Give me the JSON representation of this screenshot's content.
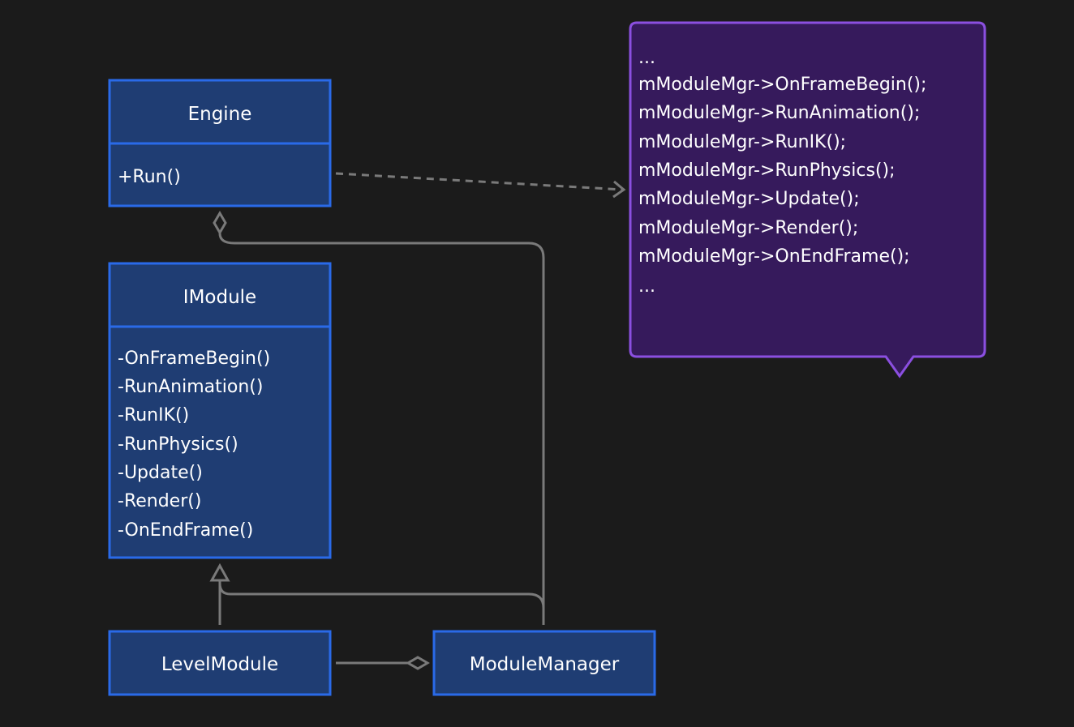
{
  "colors": {
    "background": "#1b1b1b",
    "class_fill": "#1f3d73",
    "class_border": "#2a6ae8",
    "note_fill": "#361a5c",
    "note_border": "#8b4fe0",
    "edge": "#7a7a7a",
    "text": "#ffffff"
  },
  "classes": {
    "engine": {
      "title": "Engine",
      "members": [
        "+Run()"
      ]
    },
    "imodule": {
      "title": "IModule",
      "members": [
        "-OnFrameBegin()",
        "-RunAnimation()",
        "-RunIK()",
        "-RunPhysics()",
        "-Update()",
        "-Render()",
        "-OnEndFrame()"
      ]
    },
    "level_module": {
      "title": "LevelModule"
    },
    "module_manager": {
      "title": "ModuleManager"
    }
  },
  "note": {
    "lines": [
      "...",
      "mModuleMgr->OnFrameBegin();",
      "mModuleMgr->RunAnimation();",
      "mModuleMgr->RunIK();",
      "mModuleMgr->RunPhysics();",
      "mModuleMgr->Update();",
      "mModuleMgr->Render();",
      "mModuleMgr->OnEndFrame();",
      "..."
    ]
  }
}
